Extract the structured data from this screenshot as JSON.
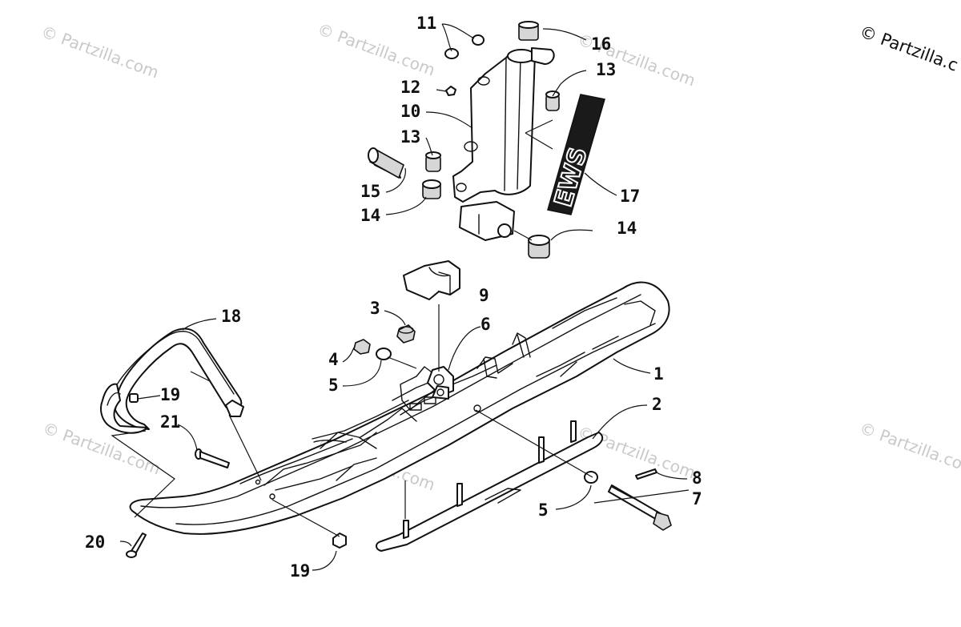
{
  "watermark_text": "© Partzilla.com",
  "corner_watermark_text": "© Partzilla.c",
  "decal_text": "EWS",
  "callouts": {
    "c1": "1",
    "c2": "2",
    "c3": "3",
    "c4": "4",
    "c5a": "5",
    "c5b": "5",
    "c6": "6",
    "c7": "7",
    "c8": "8",
    "c9": "9",
    "c10": "10",
    "c11": "11",
    "c12": "12",
    "c13a": "13",
    "c13b": "13",
    "c14a": "14",
    "c14b": "14",
    "c15": "15",
    "c16": "16",
    "c17": "17",
    "c18": "18",
    "c19a": "19",
    "c19b": "19",
    "c20": "20",
    "c21": "21"
  }
}
